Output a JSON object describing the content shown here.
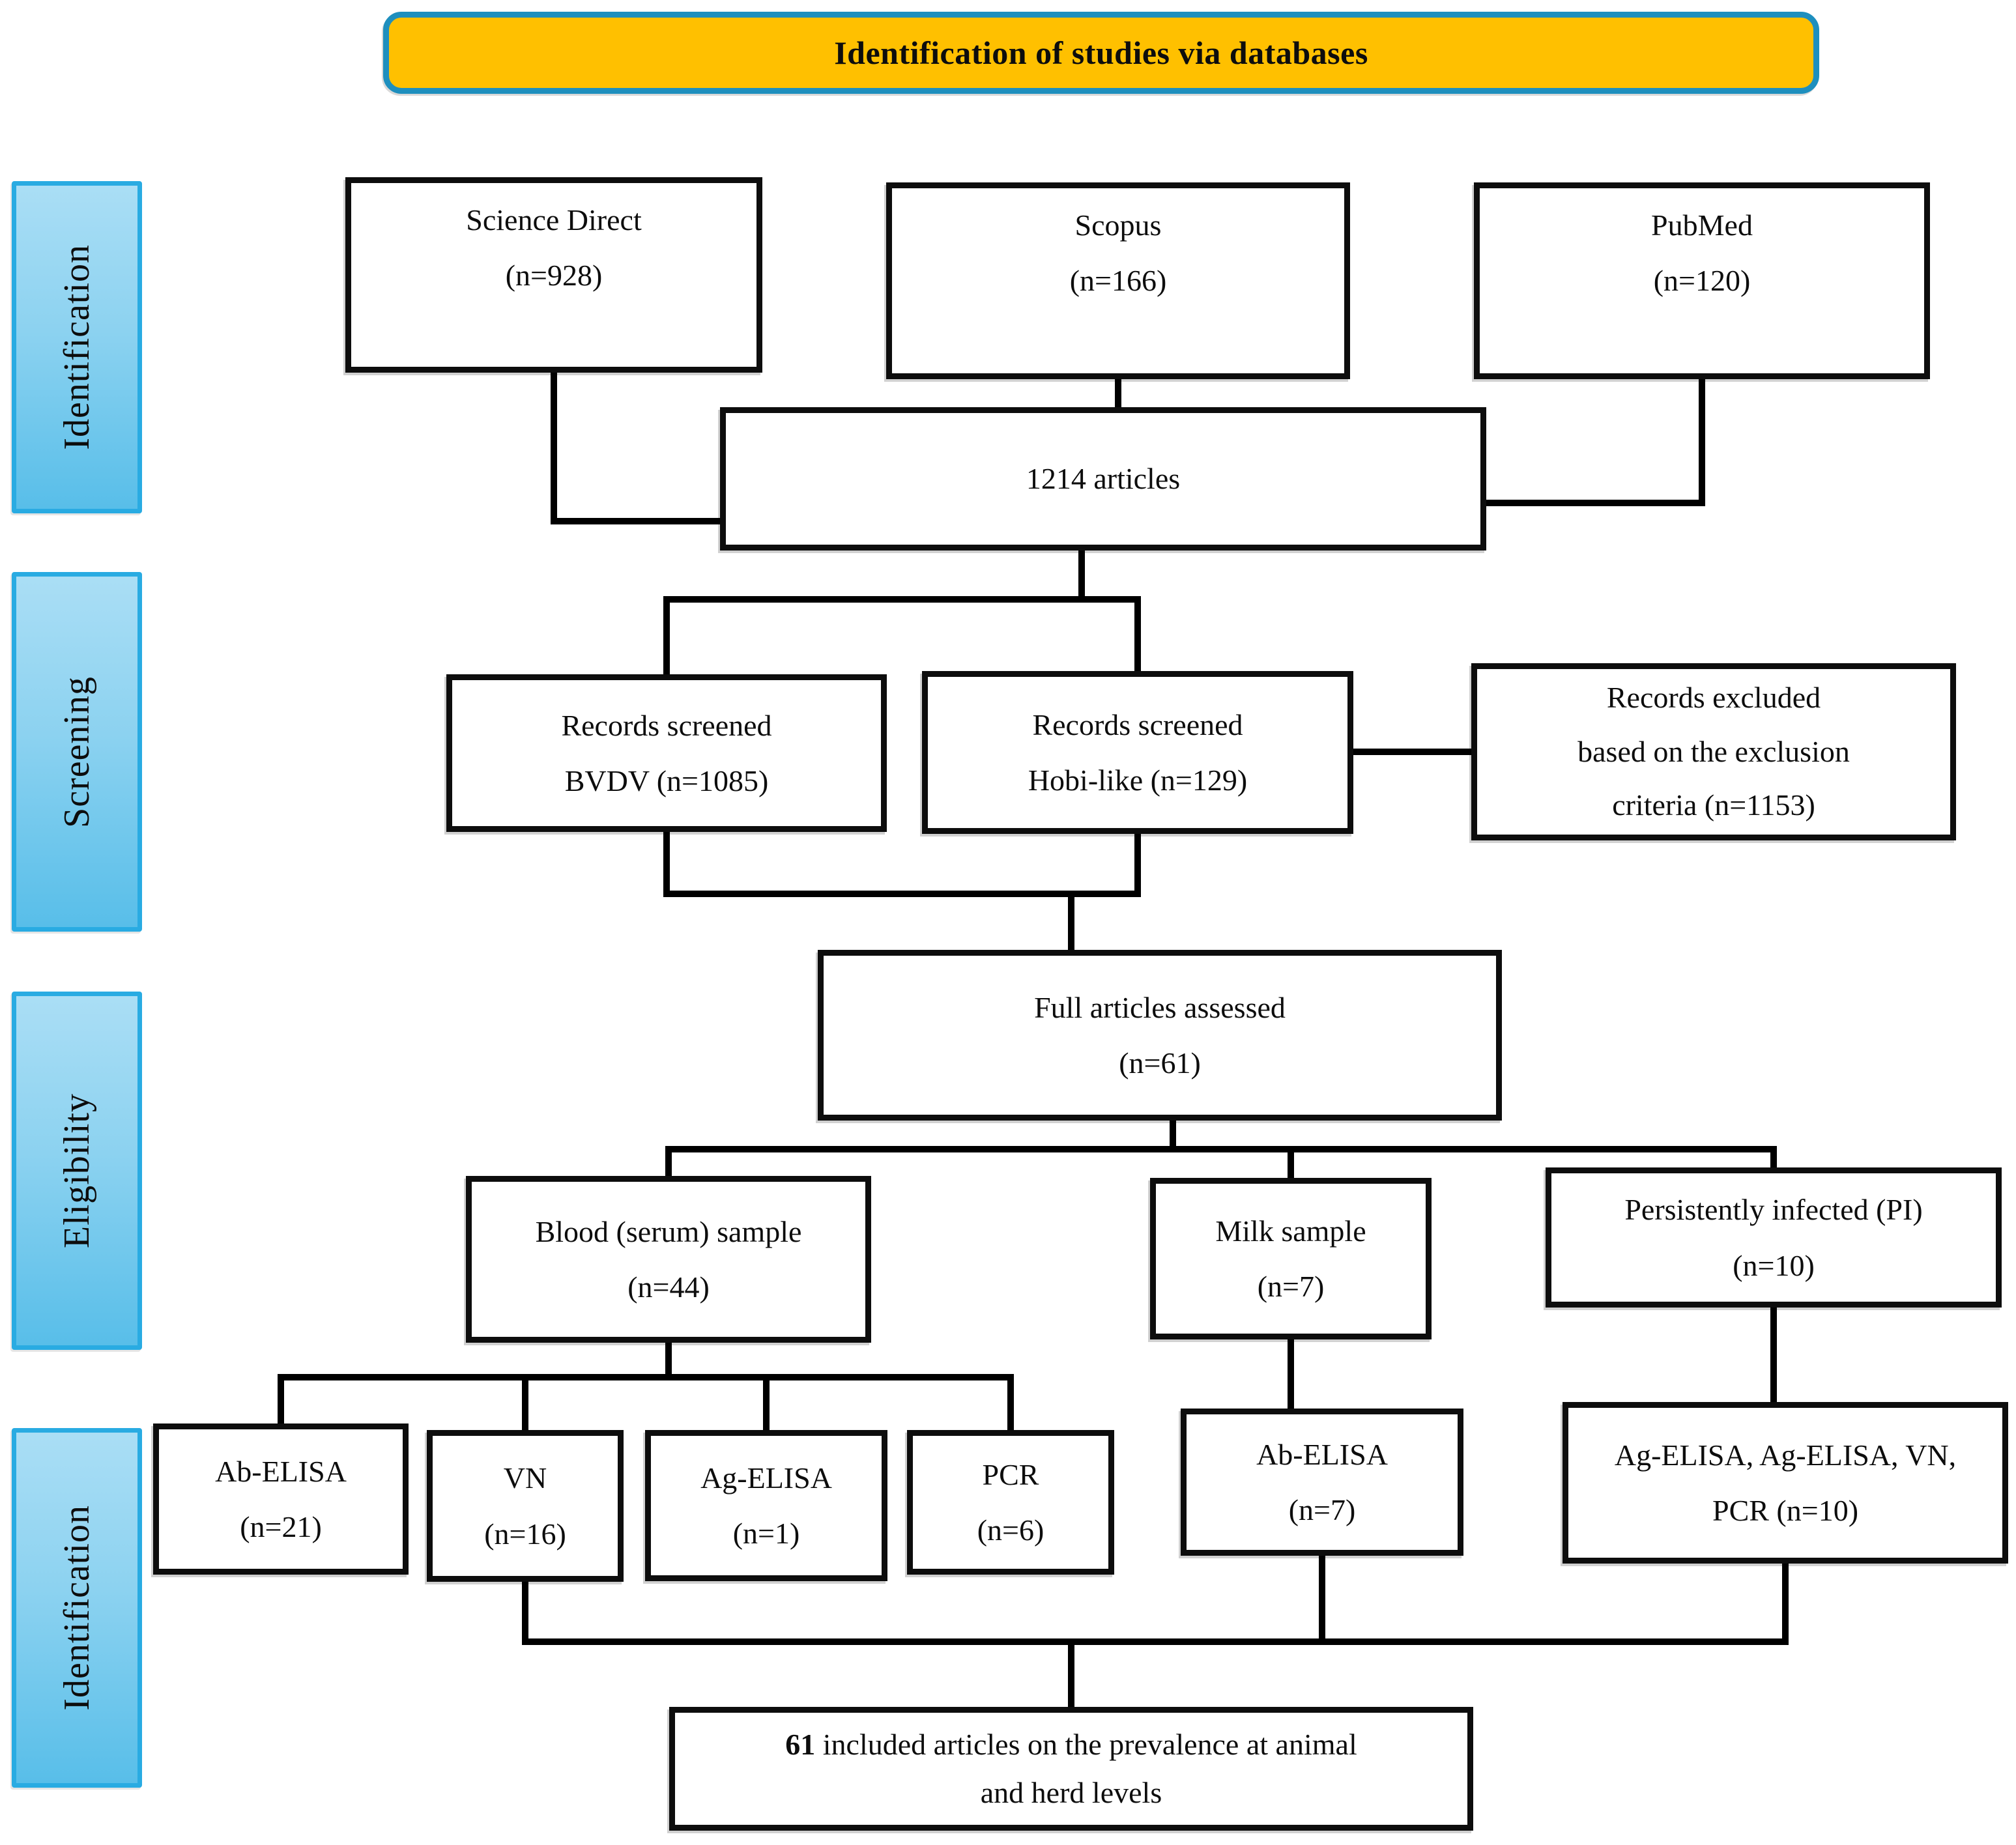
{
  "banner": {
    "title": "Identification of studies via databases"
  },
  "sidebar": {
    "labels": [
      "Identification",
      "Screening",
      "Eligibility",
      "Identification"
    ]
  },
  "boxes": {
    "science_direct": {
      "text": "Science Direct\n(n=928)"
    },
    "scopus": {
      "text": "Scopus\n(n=166)"
    },
    "pubmed": {
      "text": "PubMed\n(n=120)"
    },
    "articles": {
      "text": "1214 articles"
    },
    "bvdv": {
      "text": "Records screened\nBVDV (n=1085)"
    },
    "hobi": {
      "text": "Records screened\nHobi-like (n=129)"
    },
    "excluded": {
      "text": "Records excluded\nbased on the exclusion\ncriteria (n=1153)"
    },
    "full_assessed": {
      "text": "Full articles assessed\n(n=61)"
    },
    "blood": {
      "text": "Blood (serum) sample\n(n=44)"
    },
    "milk": {
      "text": "Milk sample\n(n=7)"
    },
    "pi": {
      "text": "Persistently infected (PI)\n(n=10)"
    },
    "ab_elisa_blood": {
      "text": "Ab-ELISA\n(n=21)"
    },
    "vn": {
      "text": "VN\n(n=16)"
    },
    "ag_elisa_blood": {
      "text": "Ag-ELISA\n(n=1)"
    },
    "pcr": {
      "text": "PCR\n(n=6)"
    },
    "ab_elisa_milk": {
      "text": "Ab-ELISA\n(n=7)"
    },
    "pi_methods": {
      "text": "Ag-ELISA, Ag-ELISA, VN,\nPCR (n=10)"
    },
    "included": {
      "bold": "61",
      "rest": " included articles on the prevalence at animal\nand herd levels"
    }
  },
  "colors": {
    "banner_fill": "#FFC000",
    "banner_border": "#1E8FBE",
    "sidebar_fill_top": "#AADEF5",
    "sidebar_fill_bottom": "#58BEE9",
    "sidebar_border": "#29ABE2",
    "box_border": "#0d0d0d",
    "connector": "#000000",
    "text": "#0d0d0d"
  }
}
